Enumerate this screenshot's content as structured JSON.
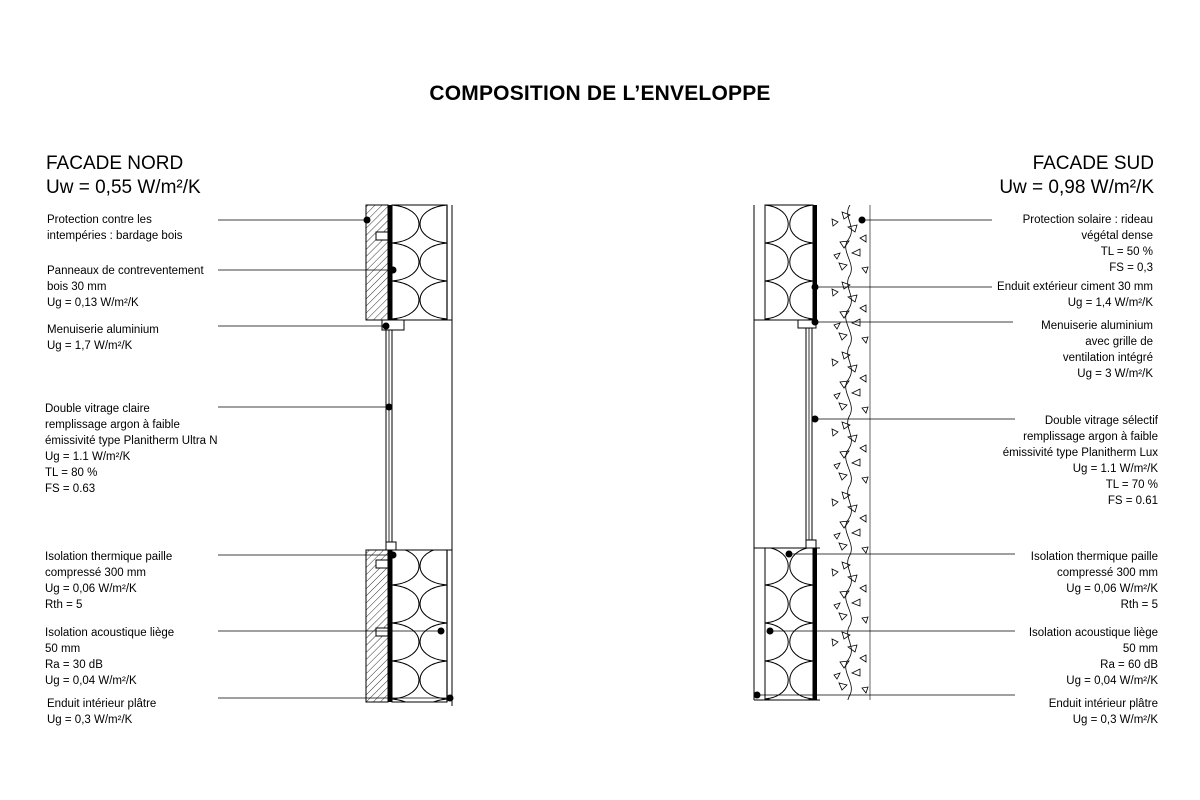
{
  "title": "COMPOSITION DE L’ENVELOPPE",
  "north": {
    "heading": "FACADE NORD",
    "uw": "Uw = 0,55 W/m²/K",
    "labels": [
      {
        "lines": [
          "Protection contre les",
          "intempéries :  bardage bois"
        ]
      },
      {
        "lines": [
          "Panneaux de contreventement",
          "bois 30 mm",
          "Ug = 0,13 W/m²/K"
        ]
      },
      {
        "lines": [
          "Menuiserie aluminium",
          "Ug = 1,7 W/m²/K"
        ]
      },
      {
        "lines": [
          "Double vitrage claire",
          "remplissage argon à faible",
          "émissivité type Planitherm Ultra N",
          "Ug = 1.1 W/m²/K",
          "TL = 80 %",
          "FS = 0.63"
        ]
      },
      {
        "lines": [
          "Isolation thermique paille",
          "compressé 300 mm",
          "Ug = 0,06 W/m²/K",
          "Rth = 5"
        ]
      },
      {
        "lines": [
          "Isolation acoustique liège",
          "50 mm",
          "Ra = 30 dB",
          "Ug = 0,04 W/m²/K"
        ]
      },
      {
        "lines": [
          "Enduit intérieur plâtre",
          "Ug = 0,3 W/m²/K"
        ]
      }
    ]
  },
  "south": {
    "heading": "FACADE SUD",
    "uw": "Uw = 0,98 W/m²/K",
    "labels": [
      {
        "lines": [
          "Protection solaire : rideau",
          "végétal dense",
          "TL = 50 %",
          "FS = 0,3"
        ]
      },
      {
        "lines": [
          "Enduit extérieur ciment 30 mm",
          "Ug = 1,4 W/m²/K"
        ]
      },
      {
        "lines": [
          "Menuiserie aluminium",
          "avec grille de",
          "ventilation intégré",
          "Ug = 3 W/m²/K"
        ]
      },
      {
        "lines": [
          "Double vitrage sélectif",
          "remplissage argon à faible",
          "émissivité type Planitherm Lux",
          "Ug = 1.1 W/m²/K",
          "TL = 70 %",
          "FS = 0.61"
        ]
      },
      {
        "lines": [
          "Isolation thermique paille",
          "compressé 300 mm",
          "Ug = 0,06 W/m²/K",
          "Rth = 5"
        ]
      },
      {
        "lines": [
          "Isolation acoustique liège",
          "50 mm",
          "Ra = 60 dB",
          "Ug = 0,04 W/m²/K"
        ]
      },
      {
        "lines": [
          "Enduit intérieur plâtre",
          "Ug = 0,3 W/m²/K"
        ]
      }
    ]
  }
}
